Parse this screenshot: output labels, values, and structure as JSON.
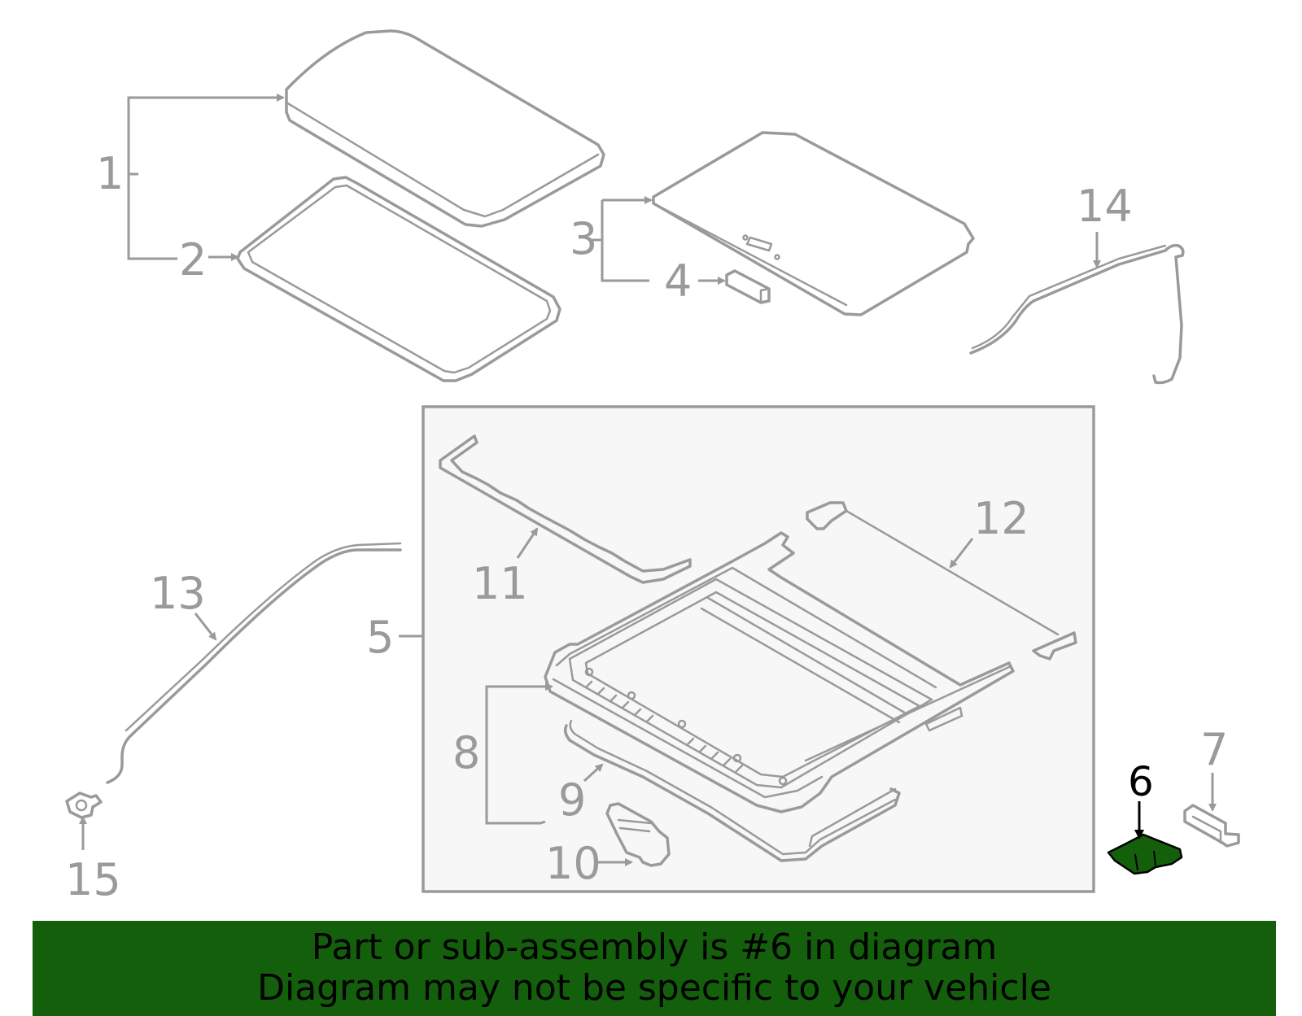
{
  "callouts": {
    "c1": "1",
    "c2": "2",
    "c3": "3",
    "c4": "4",
    "c5": "5",
    "c6": "6",
    "c7": "7",
    "c8": "8",
    "c9": "9",
    "c10": "10",
    "c11": "11",
    "c12": "12",
    "c13": "13",
    "c14": "14",
    "c15": "15"
  },
  "highlight": {
    "part_number": "6",
    "color": "#135f0b"
  },
  "colors": {
    "line": "#9a9a9a",
    "frame_box_fill": "#f7f7f7",
    "banner": "#135f0b"
  },
  "banner": {
    "line1": "Part or sub-assembly is #6 in diagram",
    "line2": "Diagram may not be specific to your vehicle"
  }
}
